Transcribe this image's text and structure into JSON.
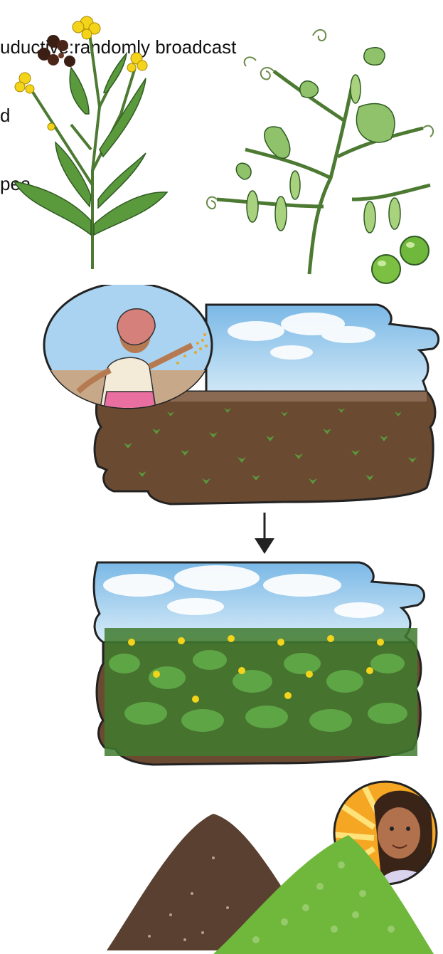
{
  "caption_lines": [
    "uductive:randomly broadcast",
    "d",
    "pea"
  ],
  "colors": {
    "sky": "#8fc6ea",
    "soil": "#6b4a32",
    "leaf": "#4c8a3a",
    "flower": "#f4d31b",
    "pea_green": "#7bc043",
    "outline": "#2a2018"
  },
  "icons": {
    "mustard_plant": "mustard-plant-illustration",
    "pea_plant": "pea-plant-illustration",
    "seeds": "mustard-seeds-icon",
    "peas": "green-peas-icon",
    "farmer": "farmer-sowing-portrait",
    "arrow": "down-arrow-icon",
    "narrator": "narrator-avatar"
  }
}
